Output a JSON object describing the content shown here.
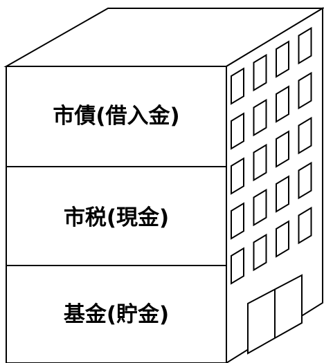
{
  "building": {
    "floors": [
      {
        "label": "市債(借入金)"
      },
      {
        "label": "市税(現金)"
      },
      {
        "label": "基金(貯金)"
      }
    ]
  }
}
